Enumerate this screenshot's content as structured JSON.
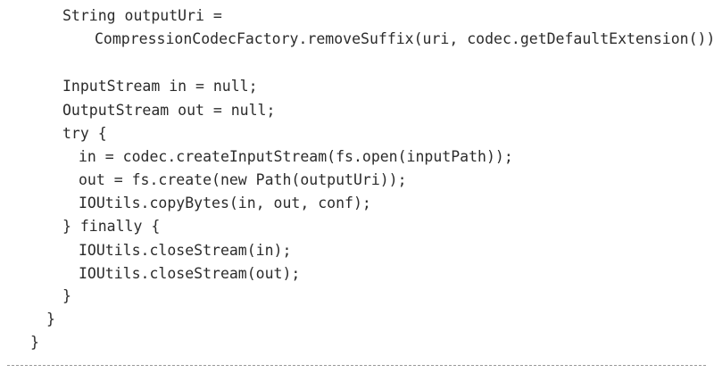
{
  "code": {
    "lines": [
      "String outputUri =",
      "CompressionCodecFactory.removeSuffix(uri, codec.getDefaultExtension());",
      "InputStream in = null;",
      "OutputStream out = null;",
      "try {",
      "in = codec.createInputStream(fs.open(inputPath));",
      "out = fs.create(new Path(outputUri));",
      "IOUtils.copyBytes(in, out, conf);",
      "} finally {",
      "IOUtils.closeStream(in);",
      "IOUtils.closeStream(out);",
      "}",
      "}",
      "}"
    ]
  }
}
